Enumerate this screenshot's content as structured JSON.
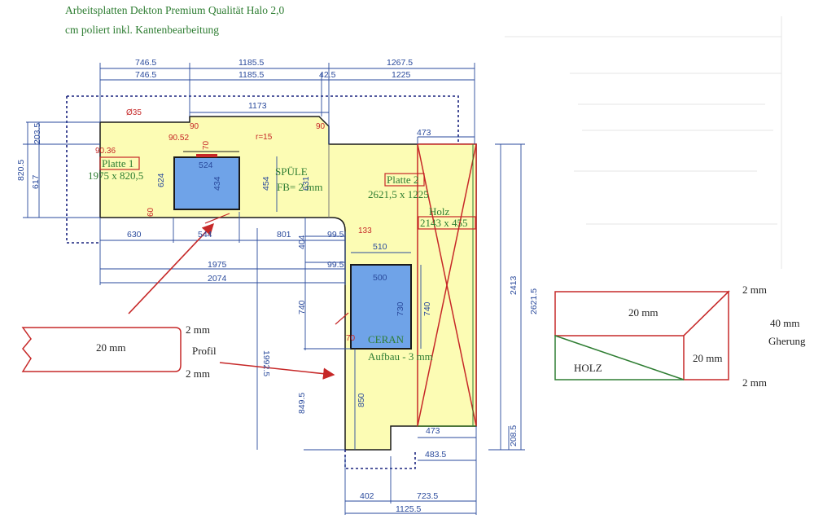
{
  "header": {
    "line1": "Arbeitsplatten Dekton Premium Qualität Halo 2,0",
    "line2": "cm poliert inkl. Kantenbearbeitung"
  },
  "colors": {
    "countertop": "#fcfcb4",
    "dimension": "#2a4a9c",
    "red": "#c62828",
    "green": "#2e7d32",
    "sink_blue": "#6fa3e8"
  },
  "labels": {
    "platte1": "Platte 1",
    "platte1_size": "1975 x 820,5",
    "platte2": "Platte 2",
    "platte2_size": "2621,5 x 1225",
    "holz": "Holz",
    "holz_size": "2143 x 455",
    "spuele": "SPÜLE",
    "fb": "FB= 2 mm",
    "ceran": "CERAN",
    "aufbau": "Aufbau - 3 mm"
  },
  "dims": {
    "top1_a": "746.5",
    "top1_b": "1185.5",
    "top1_c": "1267.5",
    "top2_a": "746.5",
    "top2_b": "1185.5",
    "top2_c": "42.5",
    "top2_d": "1225",
    "d1173": "1173",
    "d35": "Ø35",
    "d90a": "90",
    "d90b": "90",
    "d9052": "90.52",
    "d9036": "90.36",
    "d70": "70",
    "r15": "r=15",
    "d524": "524",
    "d434": "434",
    "d454": "454",
    "d631": "631",
    "d624": "624",
    "d2035": "203.5",
    "d617": "617",
    "d8205": "820.5",
    "d60": "60",
    "d473a": "473",
    "d630": "630",
    "d544": "544",
    "d801": "801",
    "d133": "133",
    "d404": "404",
    "d995a": "99.5",
    "d995b": "99.5",
    "d1975": "1975",
    "d2074": "2074",
    "d510": "510",
    "d500": "500",
    "d730": "730",
    "d740a": "740",
    "d740b": "740",
    "d1992": "1992.5",
    "d8495": "849.5",
    "d850": "850",
    "d70b": "70",
    "d2413": "2413",
    "d26215": "2621.5",
    "d2085": "208.5",
    "d473b": "473",
    "d4835": "483.5",
    "d402": "402",
    "d7235": "723.5",
    "d11255": "1125.5"
  },
  "profile": {
    "thickness": "20 mm",
    "top": "2 mm",
    "name": "Profil",
    "bottom": "2 mm"
  },
  "miter": {
    "top_thickness": "20 mm",
    "side_thickness": "20 mm",
    "holz": "HOLZ",
    "top_right": "2 mm",
    "bottom_right": "2 mm",
    "gehrung_a": "40 mm",
    "gehrung_b": "Gherung"
  }
}
